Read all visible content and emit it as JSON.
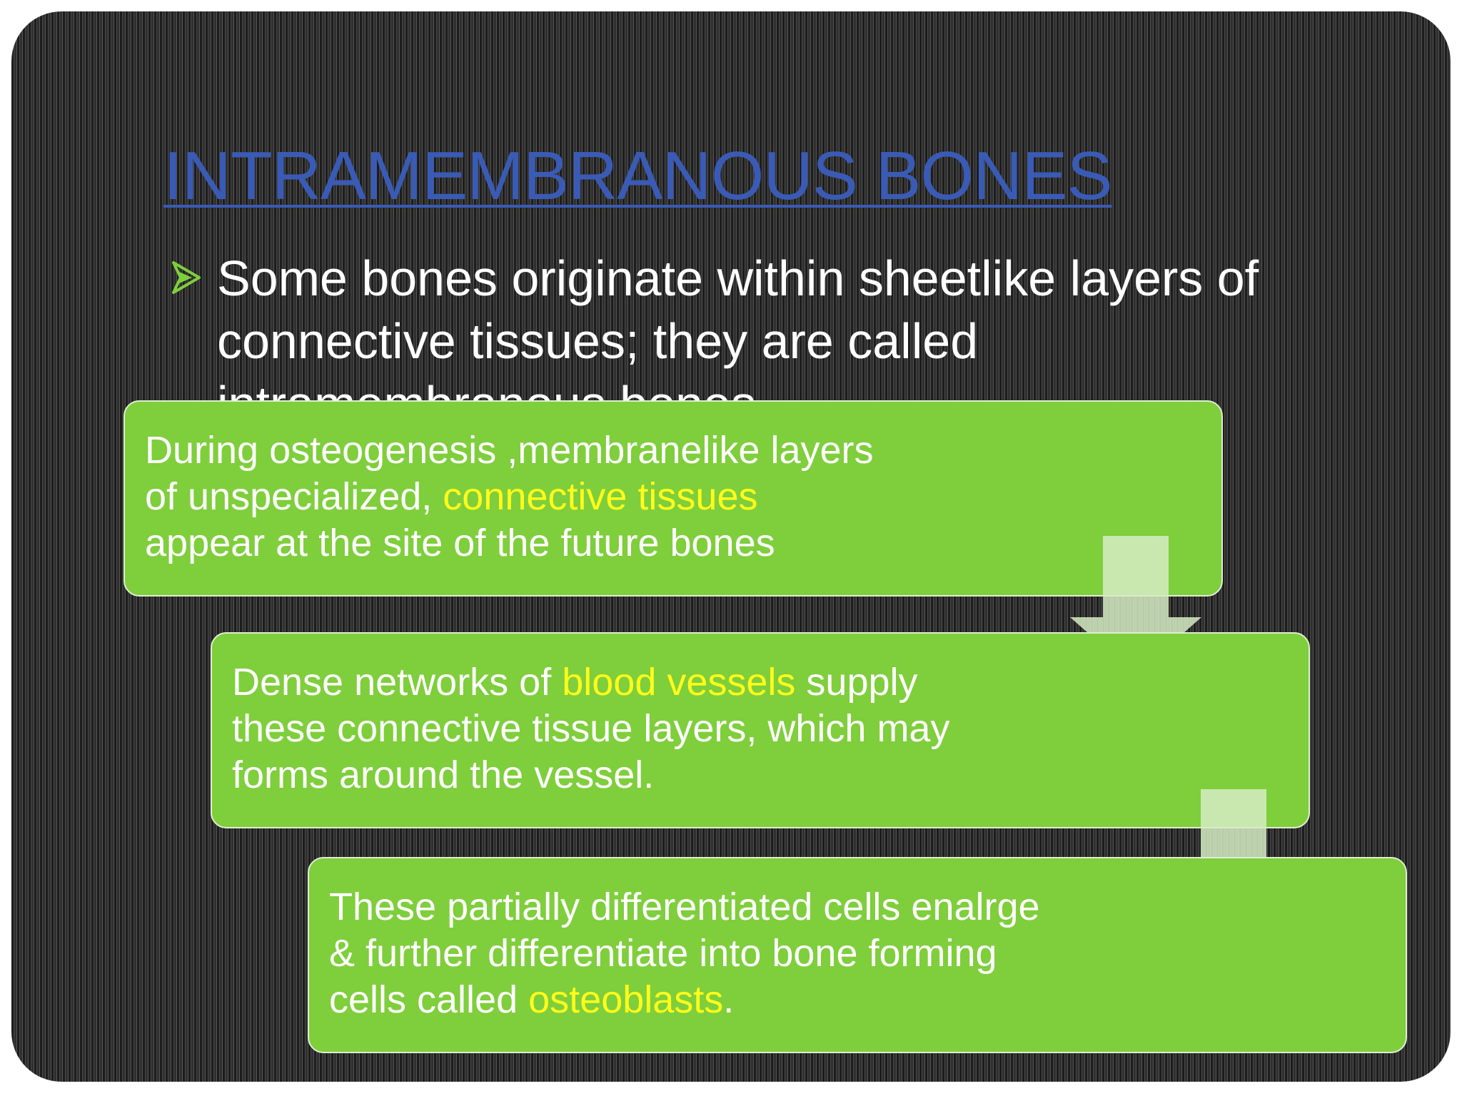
{
  "slide": {
    "title": "INTRAMEMBRANOUS  BONES",
    "bullet": {
      "icon": "arrow-bullet-icon",
      "line1": "Some bones originate within sheetlike layers of",
      "line2": "connective tissues; they are called",
      "line3": "intramembranous bones"
    }
  },
  "process_steps": [
    {
      "lines": [
        [
          "During osteogenesis ,membranelike layers"
        ],
        [
          "of unspecialized, ",
          "connective tissues"
        ],
        [
          "appear at the site of the future bones"
        ]
      ]
    },
    {
      "lines": [
        [
          "Dense networks of ",
          "blood vessels",
          " supply"
        ],
        [
          "these connective tissue layers, which may"
        ],
        [
          "forms around the vessel."
        ]
      ]
    },
    {
      "lines": [
        [
          "These partially differentiated cells enalrge"
        ],
        [
          "& further differentiate into bone forming"
        ],
        [
          "cells called ",
          "osteoblasts",
          "."
        ]
      ]
    }
  ],
  "colors": {
    "title": "#3a5bb5",
    "box_fill": "#7fce3c",
    "highlight": "#ffff1a",
    "bullet_arrow": "#7fce3c",
    "connector_arrow": "#d6ecc4"
  }
}
